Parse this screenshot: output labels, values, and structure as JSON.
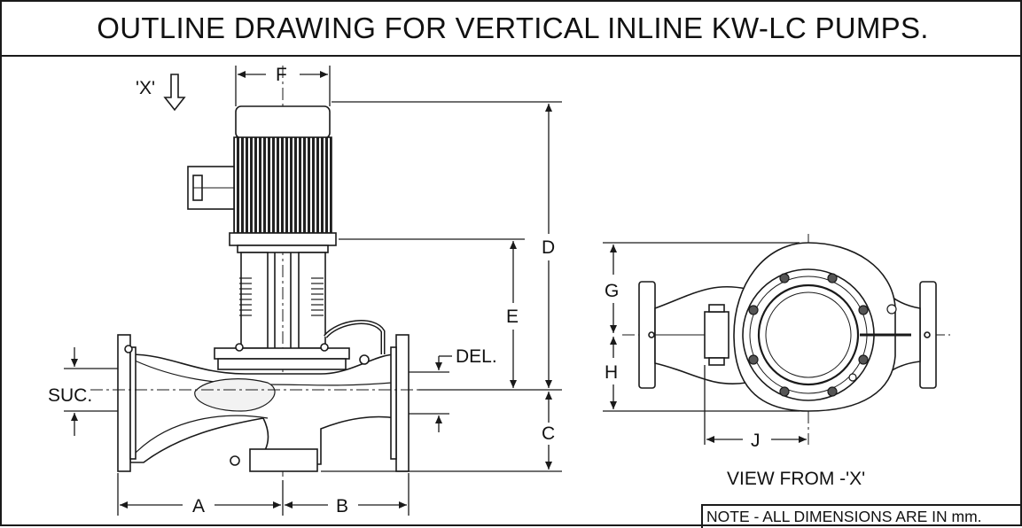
{
  "title": "OUTLINE DRAWING FOR VERTICAL INLINE KW-LC PUMPS.",
  "view_marker": "'X'",
  "dimensions": {
    "a": "A",
    "b": "B",
    "c": "C",
    "d": "D",
    "e": "E",
    "f": "F",
    "g": "G",
    "h": "H",
    "j": "J"
  },
  "ports": {
    "suction": "SUC.",
    "delivery": "DEL."
  },
  "view_caption": "VIEW FROM -'X'",
  "note": "NOTE - ALL DIMENSIONS ARE IN mm.",
  "colors": {
    "line": "#1a1a1a",
    "motor": "#222222",
    "hatch": "#555555",
    "fill": "#f2f2f2"
  }
}
